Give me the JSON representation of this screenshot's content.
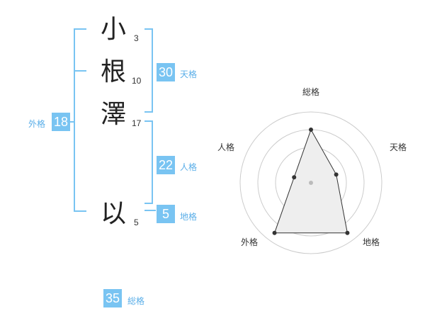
{
  "name_chars": [
    {
      "char": "小",
      "strokes": "3"
    },
    {
      "char": "根",
      "strokes": "10"
    },
    {
      "char": "澤",
      "strokes": "17"
    },
    {
      "char": "以",
      "strokes": "5"
    }
  ],
  "kaku": {
    "tenkaku": {
      "value": "30",
      "label": "天格"
    },
    "jinkaku": {
      "value": "22",
      "label": "人格"
    },
    "chikaku": {
      "value": "5",
      "label": "地格"
    },
    "gaikaku": {
      "value": "18",
      "label": "外格"
    },
    "soukaku": {
      "value": "35",
      "label": "総格"
    }
  },
  "colors": {
    "accent": "#79c4f2",
    "label": "#5aaee8"
  },
  "chart_data": {
    "type": "radar",
    "axes": [
      "総格",
      "天格",
      "地格",
      "外格",
      "人格"
    ],
    "rmax": 4,
    "values": [
      3,
      1.5,
      3.5,
      3.5,
      1
    ]
  }
}
